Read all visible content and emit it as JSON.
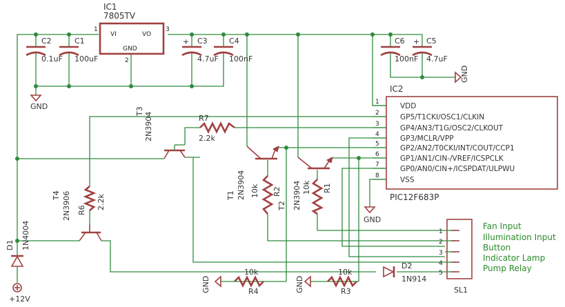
{
  "colors": {
    "wire": "#2e8b3c",
    "symbol": "#a04040",
    "text": "#333333",
    "label": "#2a8a2a"
  },
  "ic1": {
    "name": "IC1",
    "value": "7805TV",
    "pin_vi": "VI",
    "pin_vo": "VO",
    "pin_gnd": "GND",
    "pin1": "1",
    "pin2": "2",
    "pin3": "3"
  },
  "caps": {
    "c1": {
      "name": "C1",
      "value": "100uF"
    },
    "c2": {
      "name": "C2",
      "value": "0.1uF"
    },
    "c3": {
      "name": "C3",
      "value": "4.7uF"
    },
    "c4": {
      "name": "C4",
      "value": "100nF"
    },
    "c5": {
      "name": "C5",
      "value": "4.7uF"
    },
    "c6": {
      "name": "C6",
      "value": "100nF"
    },
    "plus": "+"
  },
  "gnd": {
    "label": "GND"
  },
  "ic2": {
    "name": "IC2",
    "part": "PIC12F683P",
    "pins": [
      {
        "num": "1",
        "name": "VDD"
      },
      {
        "num": "2",
        "name": "GP5/T1CKI/OSC1/CLKIN"
      },
      {
        "num": "3",
        "name": "GP4/AN3/T1G/OSC2/CLKOUT"
      },
      {
        "num": "4",
        "name": "GP3/MCLR/VPP"
      },
      {
        "num": "5",
        "name": "GP2/AN2/T0CKI/INT/COUT/CCP1"
      },
      {
        "num": "6",
        "name": "GP1/AN1/CIN-/VREF/ICSPCLK"
      },
      {
        "num": "7",
        "name": "GP0/AN0/CIN+/ICSPDAT/ULPWU"
      },
      {
        "num": "8",
        "name": "VSS"
      }
    ]
  },
  "transistors": {
    "t1": {
      "name": "T1",
      "value": "2N3904"
    },
    "t2": {
      "name": "T2",
      "value": "2N3904"
    },
    "t3": {
      "name": "T3",
      "value": "2N3904"
    },
    "t4": {
      "name": "T4",
      "value": "2N3906"
    }
  },
  "resistors": {
    "r1": {
      "name": "R1",
      "value": "10k"
    },
    "r2": {
      "name": "R2",
      "value": "10k"
    },
    "r3": {
      "name": "R3",
      "value": "10k"
    },
    "r4": {
      "name": "R4",
      "value": "10k"
    },
    "r6": {
      "name": "R6",
      "value": "2.2k"
    },
    "r7": {
      "name": "R7",
      "value": "2.2k"
    }
  },
  "diodes": {
    "d1": {
      "name": "D1",
      "value": "1N4004"
    },
    "d2": {
      "name": "D2",
      "value": "1N914"
    }
  },
  "supply": {
    "label": "+12V"
  },
  "sl1": {
    "name": "SL1",
    "pins": [
      {
        "num": "1",
        "label": "Fan Input"
      },
      {
        "num": "2",
        "label": "Illumination Input"
      },
      {
        "num": "3",
        "label": "Button"
      },
      {
        "num": "4",
        "label": "Indicator Lamp"
      },
      {
        "num": "5",
        "label": "Pump Relay"
      }
    ]
  }
}
